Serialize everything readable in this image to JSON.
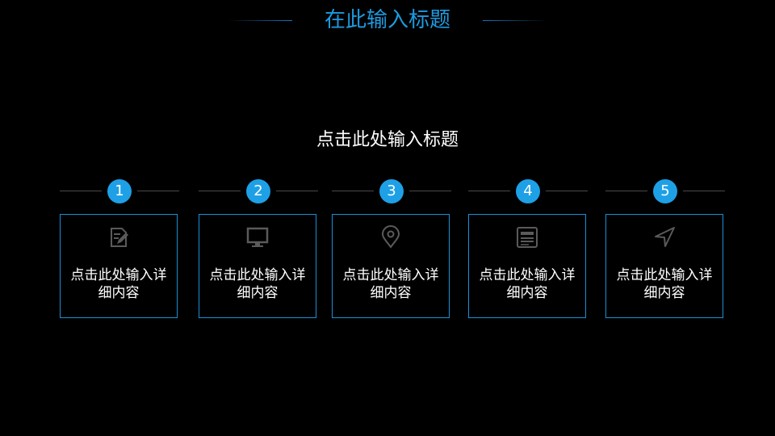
{
  "header": {
    "title": "在此输入标题"
  },
  "subtitle": "点击此处输入标题",
  "steps": [
    {
      "number": "1",
      "icon": "edit-document-icon",
      "text": "点击此处输入详细内容"
    },
    {
      "number": "2",
      "icon": "monitor-icon",
      "text": "点击此处输入详细内容"
    },
    {
      "number": "3",
      "icon": "location-pin-icon",
      "text": "点击此处输入详细内容"
    },
    {
      "number": "4",
      "icon": "newspaper-icon",
      "text": "点击此处输入详细内容"
    },
    {
      "number": "5",
      "icon": "navigation-arrow-icon",
      "text": "点击此处输入详细内容"
    }
  ],
  "colors": {
    "background": "#000000",
    "accent": "#1ea0e6",
    "title": "#1d9be0",
    "border": "#1a8fd6",
    "icon": "#5a5a5a"
  }
}
